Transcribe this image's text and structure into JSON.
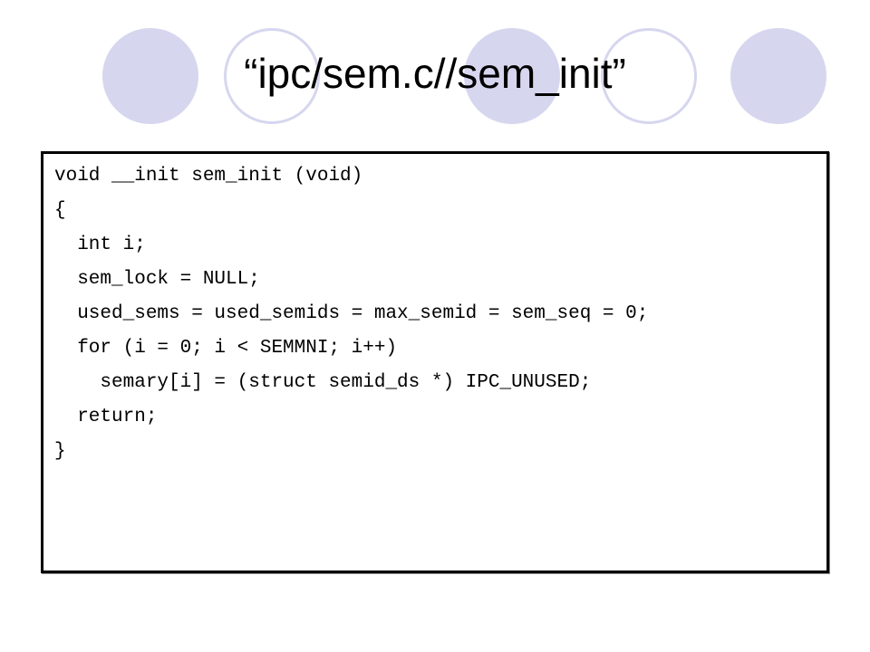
{
  "slide": {
    "title": "“ipc/sem.c//sem_init”",
    "code_lines": [
      "void __init sem_init (void)",
      "{",
      "  int i;",
      "  sem_lock = NULL;",
      "  used_sems = used_semids = max_semid = sem_seq = 0;",
      "  for (i = 0; i < SEMMNI; i++)",
      "    semary[i] = (struct semid_ds *) IPC_UNUSED;",
      "  return;",
      "}"
    ]
  },
  "theme": {
    "circle_color": "#d6d6ef",
    "text_color": "#000000",
    "background": "#ffffff"
  }
}
